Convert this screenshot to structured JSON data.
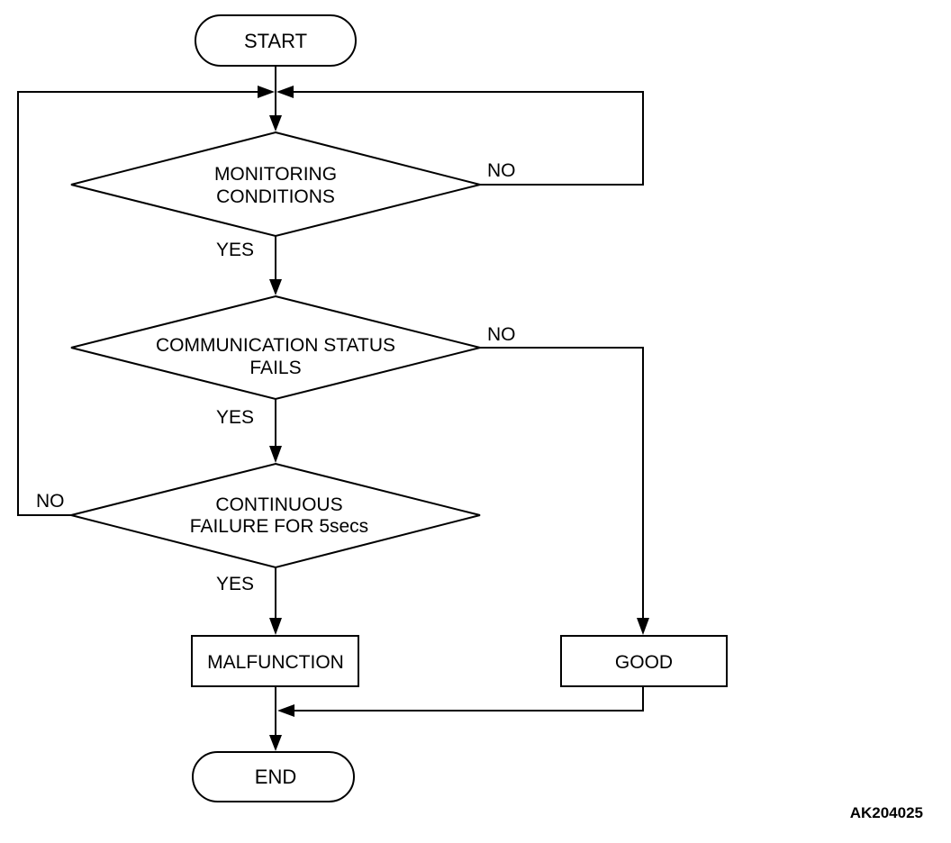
{
  "diagram": {
    "start": "START",
    "end": "END",
    "decisions": [
      {
        "line1": "MONITORING",
        "line2": "CONDITIONS",
        "yes": "YES",
        "no": "NO"
      },
      {
        "line1": "COMMUNICATION STATUS",
        "line2": "FAILS",
        "yes": "YES",
        "no": "NO"
      },
      {
        "line1": "CONTINUOUS",
        "line2": "FAILURE FOR 5secs",
        "yes": "YES",
        "no": "NO"
      }
    ],
    "malfunction": "MALFUNCTION",
    "good": "GOOD",
    "code": "AK204025"
  }
}
